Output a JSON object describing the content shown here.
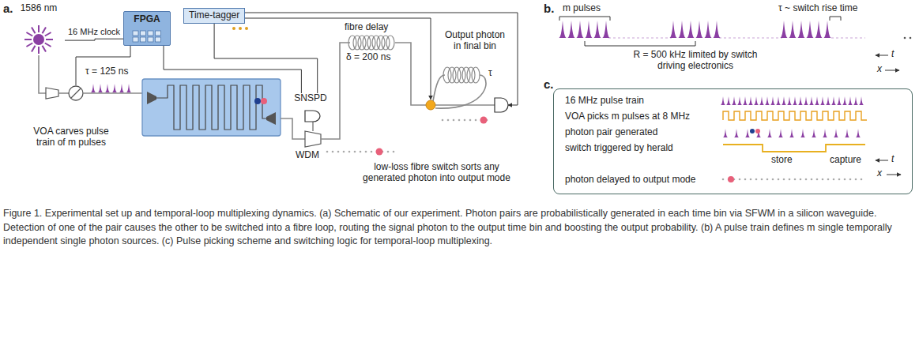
{
  "diagram": {
    "caption": "Figure 1.  Experimental set up and temporal-loop multiplexing dynamics. (a) Schematic of our experiment. Photon pairs are probabilistically generated in each time bin via SFWM in a silicon waveguide. Detection of one of the pair causes the other to be switched into a fibre loop, routing the signal photon to the output time bin and boosting the output probability. (b) A pulse train defines m single temporally independent single photon sources. (c) Pulse picking scheme and switching logic for temporal-loop multiplexing.",
    "nodes": [
      {
        "text": [
          "1586 nm"
        ]
      },
      {
        "text": [
          "FPGA"
        ]
      },
      {
        "text": [
          "Time-tagger"
        ]
      },
      {
        "text": [
          "SNSPD"
        ]
      },
      {
        "text": [
          "16 MHz pulse train",
          "VOA picks m pulses at 8 MHz",
          "photon pair generated",
          "switch triggered by herald",
          "photon delayed to output mode"
        ]
      }
    ],
    "edges": [
      {
        "from": 0,
        "to": 1,
        "label": "16 MHz clock",
        "arrow": "none"
      },
      {
        "from": 3,
        "to": 1,
        "arrow": "none"
      },
      {
        "from": 3,
        "to": 2,
        "arrow": "none"
      }
    ],
    "labels": [
      "a.",
      "τ = 125 ns",
      "VOA carves pulse train of m pulses",
      "fibre delay",
      "δ = 200 ns",
      "Output photon in final bin",
      "τ",
      "WDM",
      "low-loss fibre switch sorts any generated photon into output mode",
      "b.",
      "m pulses",
      "τ ~ switch rise time",
      "R = 500 kHz limited by switch driving electronics",
      "t",
      "x",
      "c.",
      "store",
      "capture",
      "t",
      "x"
    ]
  }
}
